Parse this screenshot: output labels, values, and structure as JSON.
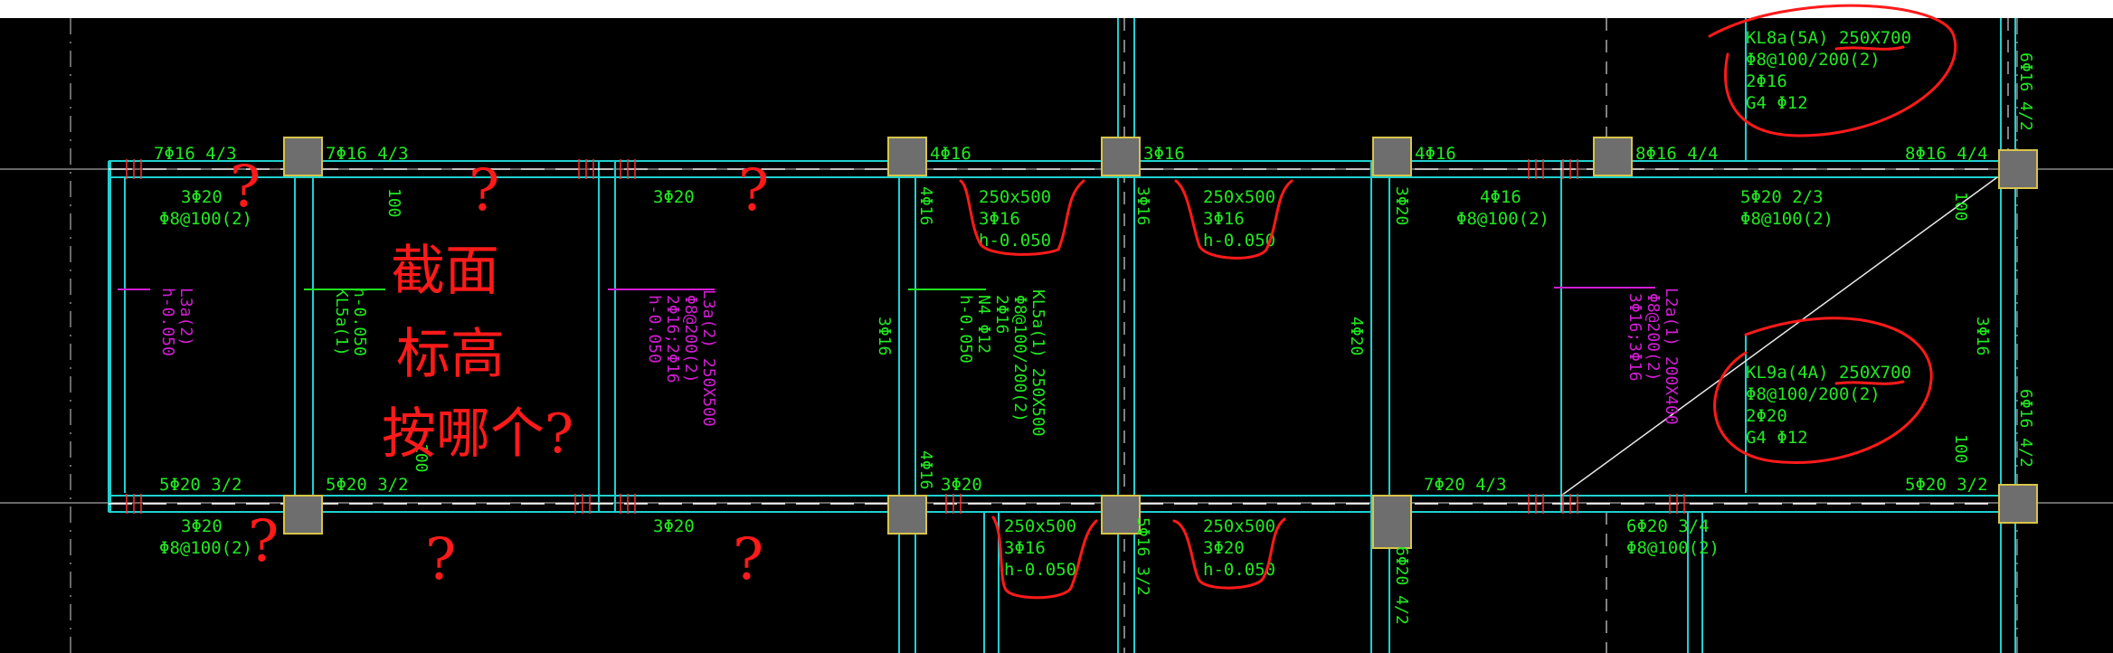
{
  "colors": {
    "background": "#000000",
    "beam_line": "#1fd0d0",
    "grid_line": "#ffffff",
    "rebar_text": "#22e822",
    "secondary_beam_text": "#d21ed2",
    "column_fill": "#6e6e6e",
    "column_border": "#d8c44a",
    "handwriting": "#ff1a1a"
  },
  "drawing": {
    "labels": {
      "top_7f16_a": "7Φ16 4/3",
      "top_7f16_b": "7Φ16 4/3",
      "top_4f16_a": "4Φ16",
      "top_3f16": "3Φ16",
      "top_4f16_b": "4Φ16",
      "top_8f16_a": "8Φ16 4/4",
      "top_8f16_b": "8Φ16 4/4",
      "dim_100_a": "100",
      "dim_100_b": "100",
      "dim_100_c": "100",
      "dim_100_d": "100",
      "s1_3f20": "3Φ20",
      "s1_stir": "Φ8@100(2)",
      "s3_3f20": "3Φ20",
      "s4_sec": "250x500",
      "s4_bar": "3Φ16",
      "s4_h": "h-0.050",
      "s5_sec": "250x500",
      "s5_bar": "3Φ16",
      "s5_h": "h-0.050",
      "s6_4f16": "4Φ16",
      "s6_stir": "Φ8@100(2)",
      "s7_5f20": "5Φ20 2/3",
      "s7_stir": "Φ8@100(2)",
      "col_4f16": "4Φ16",
      "col_3f16": "3Φ16",
      "col_3f20": "3Φ20",
      "col_4f20": "4Φ20",
      "col_3f16_r": "3Φ16",
      "col_4f16_low": "4Φ16",
      "col_5f16": "5Φ16 3/2",
      "col_6f20": "6Φ20 4/2",
      "right_6f16_top": "6Φ16 4/2",
      "right_6f16_bot": "6Φ16 4/2",
      "l3a_name": "L3a(2)",
      "l3a_h": "h-0.050",
      "kl5a_name": "KL5a(1)",
      "kl5a_h": "h-0.050",
      "l3a2_l1": "L3a(2) 250X500",
      "l3a2_l2": "Φ8@200(2)",
      "l3a2_l3": "2Φ16;2Φ16",
      "l3a2_l4": "h-0.050",
      "kl5a2_l1": "KL5a(1) 250X500",
      "kl5a2_l2": "Φ8@100/200(2)",
      "kl5a2_l3": "2Φ16",
      "kl5a2_l4": "N4 Φ12",
      "kl5a2_l5": "h-0.050",
      "l2a_l1": "L2a(1) 200X400",
      "l2a_l2": "Φ8@200(2)",
      "l2a_l3": "3Φ16;3Φ16",
      "kl8a_l1": "KL8a(5A) 250X700",
      "kl8a_l2": "Φ8@100/200(2)",
      "kl8a_l3": "2Φ16",
      "kl8a_l4": "G4 Φ12",
      "kl9a_l1": "KL9a(4A) 250X700",
      "kl9a_l2": "Φ8@100/200(2)",
      "kl9a_l3": "2Φ20",
      "kl9a_l4": "G4 Φ12",
      "bot_5f20_a": "5Φ20 3/2",
      "bot_5f20_b": "5Φ20 3/2",
      "bot_3f20_c": "3Φ20",
      "bot_7f20": "7Φ20 4/3",
      "bot_5f20_r": "5Φ20 3/2",
      "b1_3f20": "3Φ20",
      "b1_stir": "Φ8@100(2)",
      "b3_3f20": "3Φ20",
      "b4_sec": "250x500",
      "b4_bar": "3Φ16",
      "b4_h": "h-0.050",
      "b5_sec": "250x500",
      "b5_bar": "3Φ20",
      "b5_h": "h-0.050",
      "b6_6f20": "6Φ20 3/4",
      "b6_stir": "Φ8@100(2)"
    },
    "handwriting": {
      "line1": "截面",
      "line2": "标高",
      "line3": "按哪个?",
      "question_mark": "?"
    }
  }
}
